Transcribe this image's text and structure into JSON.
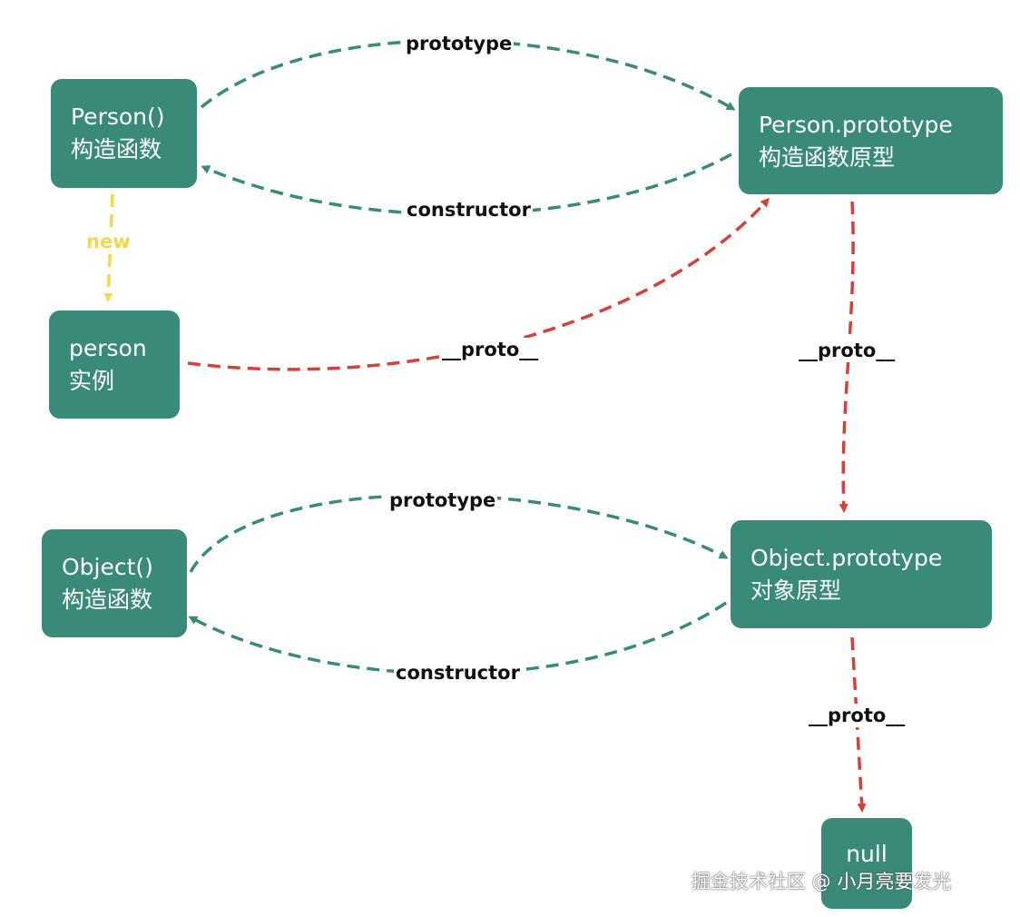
{
  "nodes": {
    "person_fn": {
      "line1": "Person()",
      "line2": "构造函数"
    },
    "person_proto": {
      "line1": "Person.prototype",
      "line2": "构造函数原型"
    },
    "person_inst": {
      "line1": "person",
      "line2": "实例"
    },
    "object_fn": {
      "line1": "Object()",
      "line2": "构造函数"
    },
    "object_proto": {
      "line1": "Object.prototype",
      "line2": "对象原型"
    },
    "null_node": {
      "line1": "null"
    }
  },
  "edges": {
    "person_prototype": "prototype",
    "person_constructor": "constructor",
    "new": "new",
    "instance_proto": "__proto__",
    "person_proto_proto": "__proto__",
    "object_prototype": "prototype",
    "object_constructor": "constructor",
    "object_proto_proto": "__proto__"
  },
  "colors": {
    "node": "#3a8a7a",
    "green_edge": "#3a8a7a",
    "red_edge": "#d4413a",
    "yellow_edge": "#f2d84d"
  },
  "watermark": "掘金技术社区 @ 小月亮要发光"
}
